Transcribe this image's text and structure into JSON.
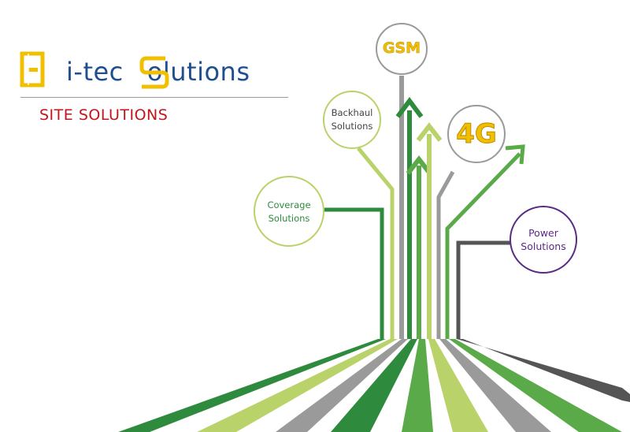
{
  "brand": {
    "name_part1": "i-tec",
    "name_part2": "olutions",
    "initial_h": "H",
    "initial_s": "S",
    "text_color": "#1f4f8f",
    "initial_color": "#f0c000"
  },
  "tagline": "SITE SOLUTIONS",
  "tagline_color": "#c0161c",
  "nodes": {
    "gsm": "GSM",
    "four_g": "4G",
    "backhaul": {
      "line1": "Backhaul",
      "line2": "Solutions"
    },
    "coverage": {
      "line1": "Coverage",
      "line2": "Solutions"
    },
    "power": {
      "line1": "Power",
      "line2": "Solutions"
    }
  },
  "colors": {
    "dark_green": "#2e8b3e",
    "mid_green": "#5aaa4a",
    "light_green": "#b9d36a",
    "gray": "#9a9a9a",
    "dark_gray": "#555555",
    "purple": "#5a2a86",
    "gold": "#f0c000"
  }
}
